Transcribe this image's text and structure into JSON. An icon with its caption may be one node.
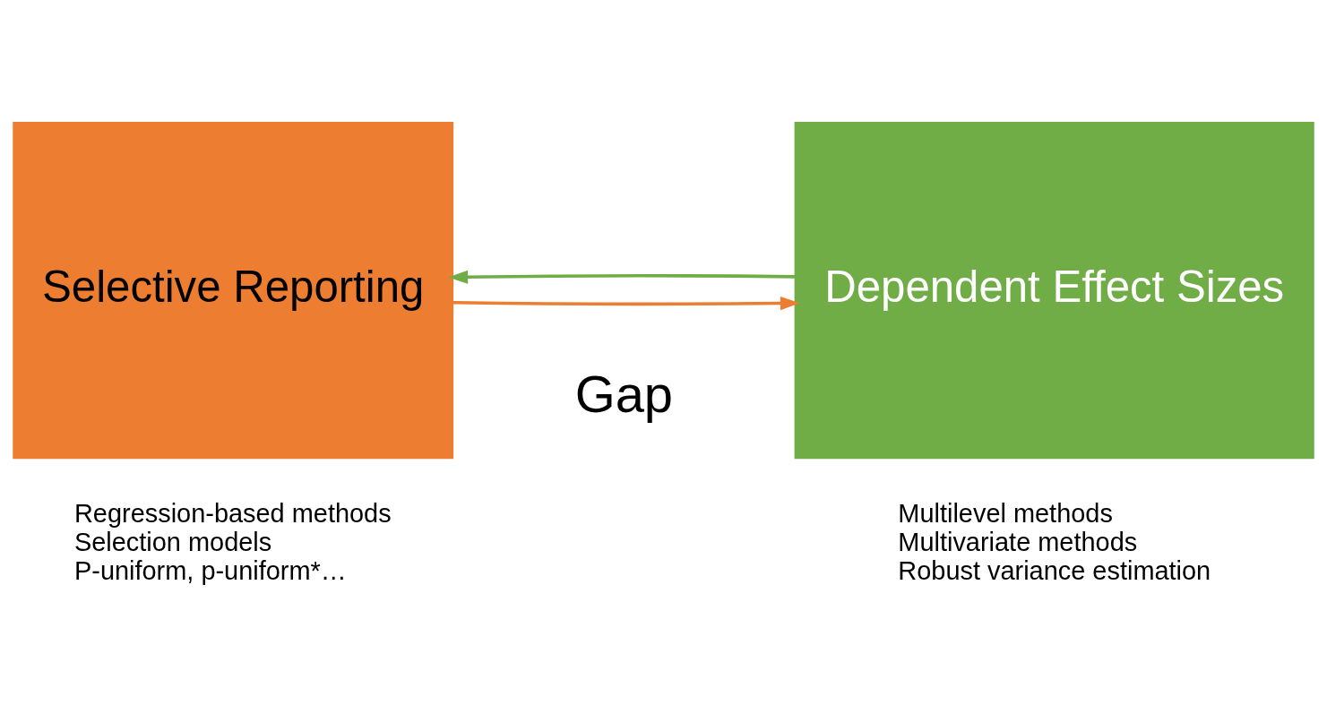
{
  "diagram": {
    "nodes": [
      {
        "text": [
          "Selective Reporting"
        ],
        "beside": [
          "Regression-based methods",
          "Selection models",
          "P-uniform, p-uniform*…"
        ]
      },
      {
        "text": [
          "Dependent Effect Sizes"
        ],
        "beside": [
          "Multilevel methods",
          "Multivariate methods",
          "Robust variance estimation"
        ]
      }
    ],
    "edges": [
      {
        "from": 0,
        "to": 1,
        "arrow": "to",
        "color": "#ed7d31"
      },
      {
        "from": 1,
        "to": 0,
        "arrow": "to",
        "color": "#70ad47"
      }
    ],
    "labels": [
      "Gap"
    ]
  }
}
